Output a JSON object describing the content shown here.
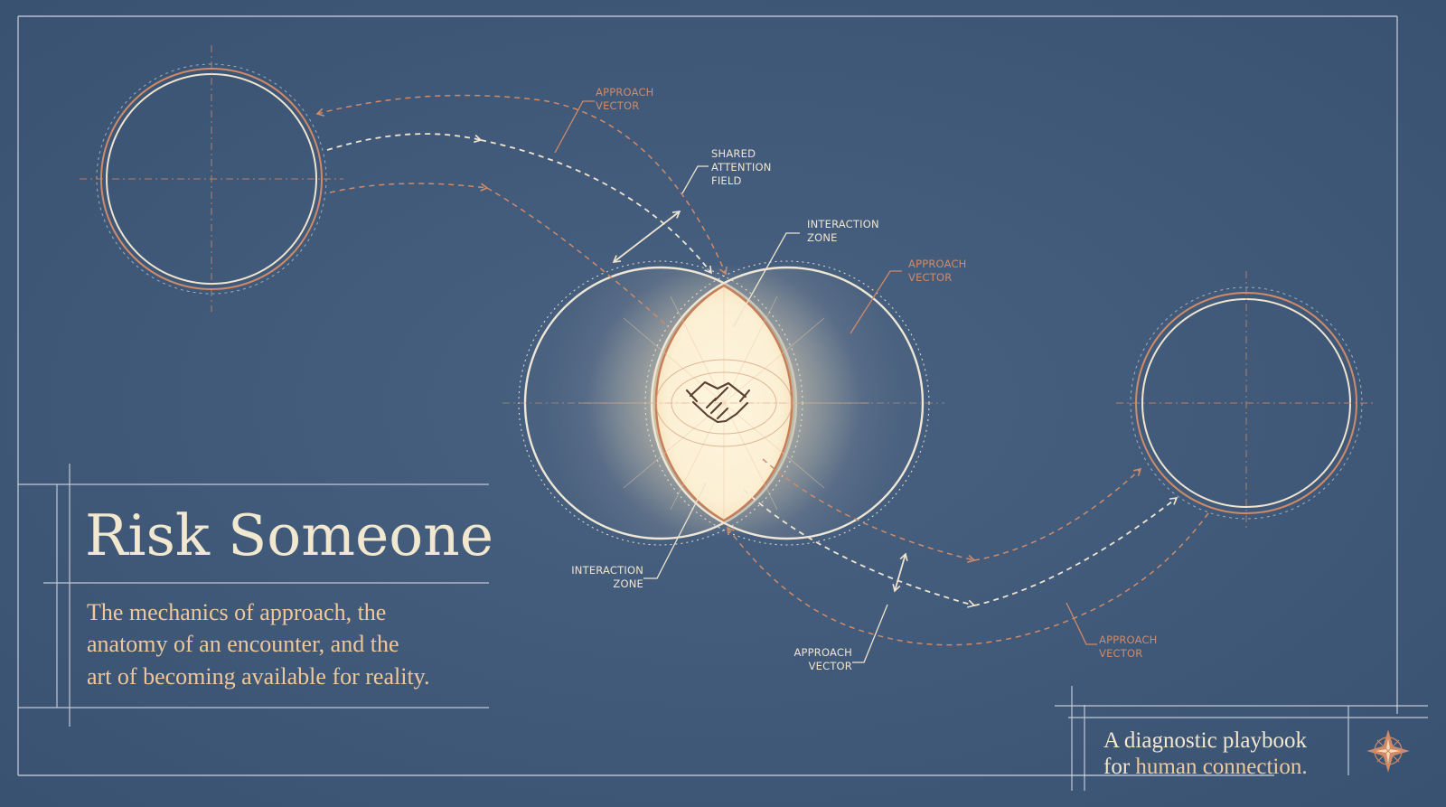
{
  "title": "Risk Someone",
  "subtitle_lines": [
    "The mechanics of approach, the",
    "anatomy of an encounter, and the",
    "art of becoming available for reality."
  ],
  "tagline": {
    "line1": "A diagnostic playbook",
    "line2_prefix": "for ",
    "line2_highlight": "human connection."
  },
  "labels": {
    "approach_vector_top": [
      "APPROACH",
      "VECTOR"
    ],
    "shared_attention_field": [
      "SHARED",
      "ATTENTION",
      "FIELD"
    ],
    "interaction_zone_top": [
      "INTERACTION",
      "ZONE"
    ],
    "approach_vector_right": [
      "APPROACH",
      "VECTOR"
    ],
    "interaction_zone_bottom": [
      "INTERACTION",
      "ZONE"
    ],
    "approach_vector_bottom": [
      "APPROACH",
      "VECTOR"
    ],
    "approach_vector_bottom_right": [
      "APPROACH",
      "VECTOR"
    ]
  },
  "icons": {
    "center": "handshake-icon",
    "corner": "compass-star-icon"
  },
  "colors": {
    "background": "#3e5676",
    "line_light": "#eee4cf",
    "accent_orange": "#cf8a68",
    "title_cream": "#f2e7cf",
    "subtitle_warm": "#efc89a"
  }
}
